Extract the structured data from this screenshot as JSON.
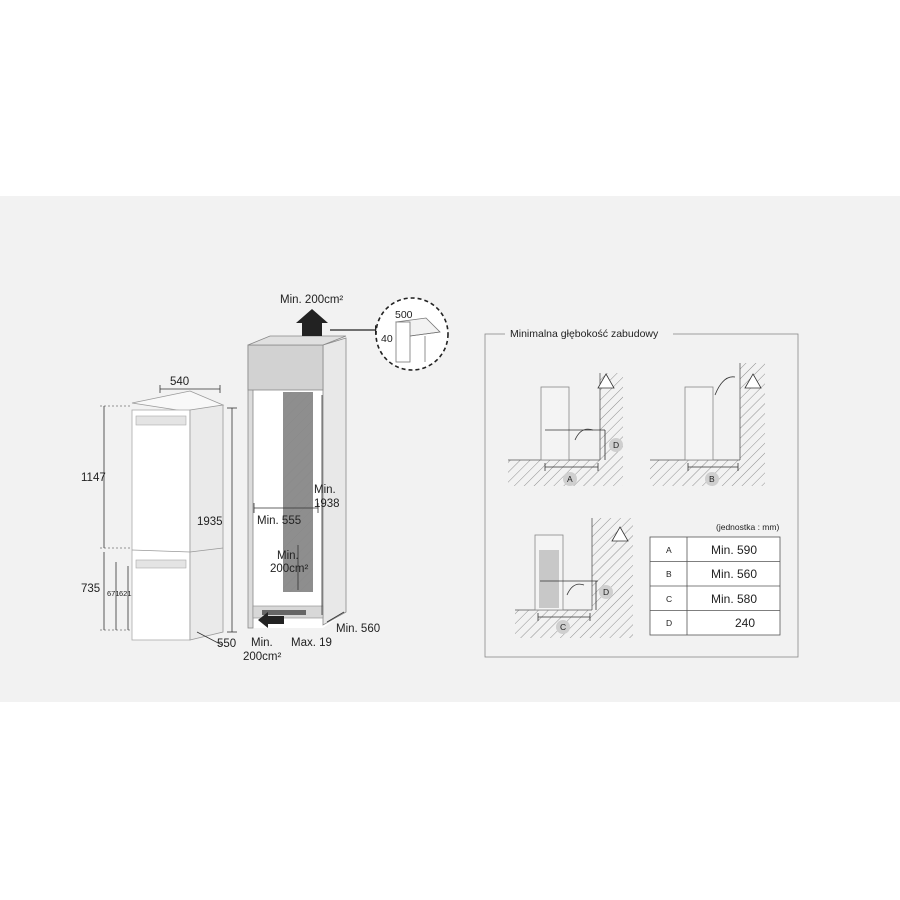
{
  "fridge": {
    "width": "540",
    "height_top": "1147",
    "height_total": "1935",
    "height_bottom": "735",
    "h671": "671",
    "h621": "621",
    "depth": "550"
  },
  "niche": {
    "vent_top": "Min. 200cm²",
    "zoom_width": "500",
    "zoom_height": "40",
    "min_height_line1": "Min.",
    "min_height_line2": "1938",
    "min_width": "Min. 555",
    "vent_mid_line1": "Min.",
    "vent_mid_line2": "200cm²",
    "min_depth": "Min. 560",
    "vent_bottom_line1": "Min.",
    "vent_bottom_line2": "200cm²",
    "max_gap": "Max. 19"
  },
  "panel": {
    "title": "Minimalna głębokość zabudowy",
    "unit_note": "(jednostka : mm)",
    "marker_a": "A",
    "marker_b": "B",
    "marker_c": "C",
    "marker_d1": "D",
    "marker_d2": "D",
    "table": [
      {
        "key": "A",
        "value": "Min. 590"
      },
      {
        "key": "B",
        "value": "Min. 560"
      },
      {
        "key": "C",
        "value": "Min. 580"
      },
      {
        "key": "D",
        "value": "240"
      }
    ]
  }
}
